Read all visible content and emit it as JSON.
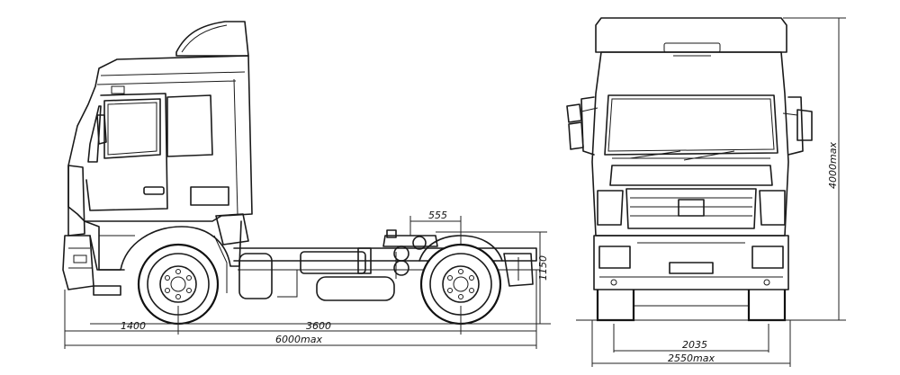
{
  "side_view": {
    "dim_wheelbase_front": "1400",
    "dim_wheelbase": "3600",
    "dim_length": "6000max",
    "dim_fifth_wheel": "555",
    "dim_fifth_height": "1150"
  },
  "front_view": {
    "dim_track": "2035",
    "dim_width": "2550max",
    "dim_height": "4000max"
  }
}
